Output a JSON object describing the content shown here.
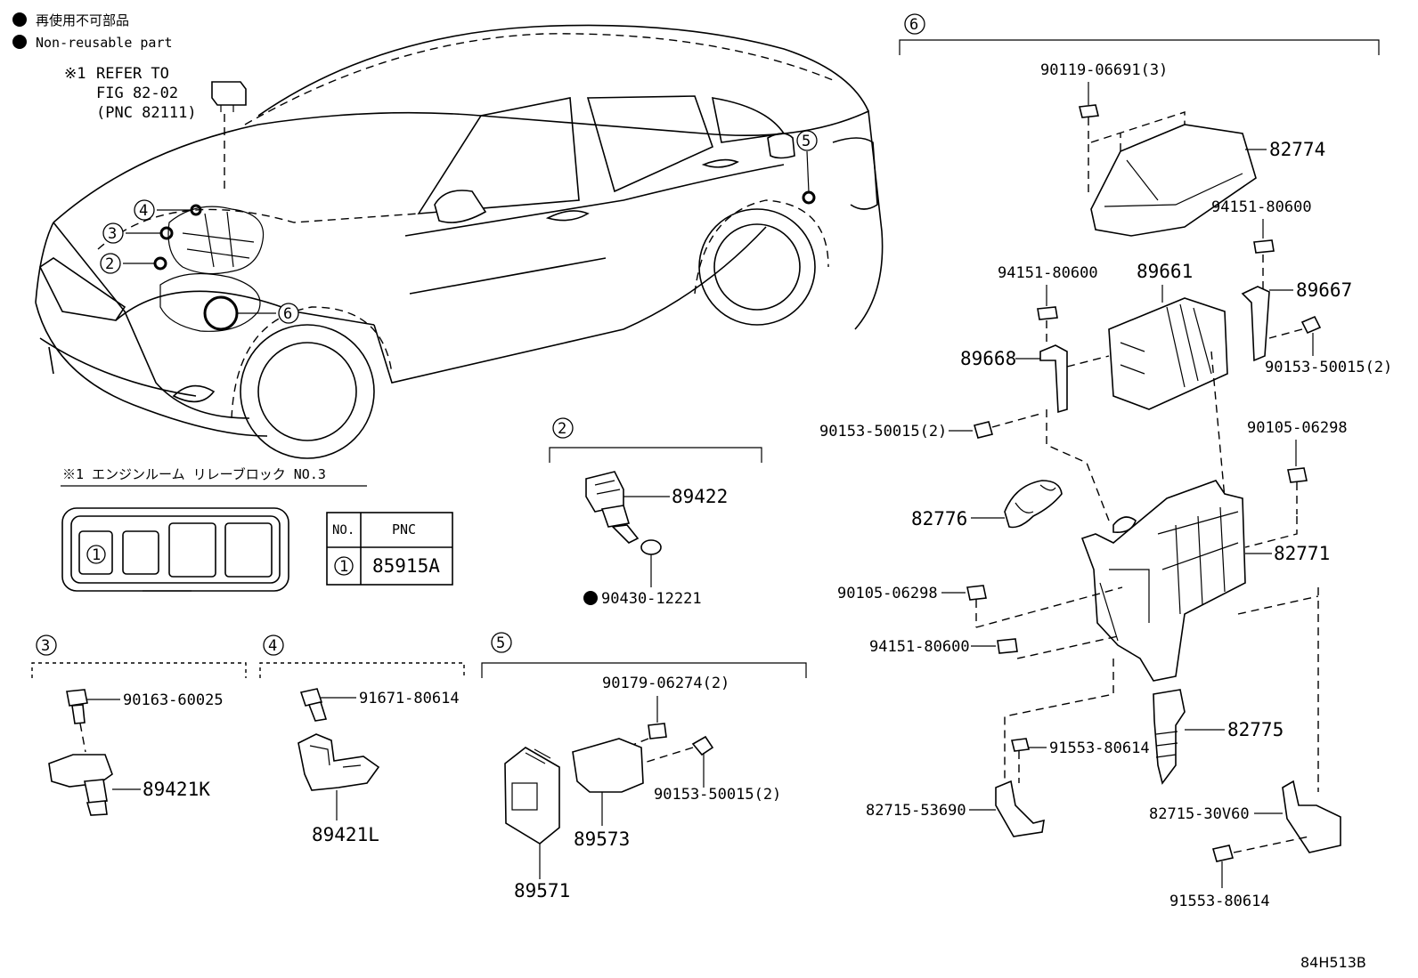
{
  "legend": {
    "ja": "再使用不可部品",
    "en": "Non-reusable part"
  },
  "refer_note": {
    "mark": "※1",
    "line1": "REFER TO",
    "line2": "FIG 82-02",
    "line3": "(PNC 82111)"
  },
  "relay_block": {
    "title": "※1  エンジンルーム  リレーブロック  NO.3",
    "slot1": "1",
    "table_header_no": "NO.",
    "table_header_pnc": "PNC",
    "table_row_no": "1",
    "table_row_pnc": "85915A"
  },
  "callouts": {
    "c2": "2",
    "c3": "3",
    "c4": "4",
    "c5": "5",
    "c6": "6"
  },
  "group2": {
    "num": "2",
    "p1": "89422",
    "p2": "90430-12221"
  },
  "group3": {
    "num": "3",
    "p1": "90163-60025",
    "p2": "89421K"
  },
  "group4": {
    "num": "4",
    "p1": "91671-80614",
    "p2": "89421L"
  },
  "group5": {
    "num": "5",
    "p1": "90179-06274(2)",
    "p2": "90153-50015(2)",
    "p3": "89573",
    "p4": "89571"
  },
  "group6": {
    "num": "6",
    "p_cover_bolt": "90119-06691(3)",
    "p_cover": "82774",
    "p_nut_right": "94151-80600",
    "p_nut_left": "94151-80600",
    "p_ecu": "89661",
    "p_brkt_right": "89667",
    "p_brkt_left": "89668",
    "p_screw_right": "90153-50015(2)",
    "p_screw_left": "90153-50015(2)",
    "p_bolt_right": "90105-06298",
    "p_grommet": "82776",
    "p_case": "82771",
    "p_bolt_left": "90105-06298",
    "p_nut_lower": "94151-80600",
    "p_duct": "82775",
    "p_bolt_mid": "91553-80614",
    "p_brkt_a": "82715-53690",
    "p_brkt_b": "82715-30V60",
    "p_bolt_bottom": "91553-80614"
  },
  "figure_code": "84H513B"
}
